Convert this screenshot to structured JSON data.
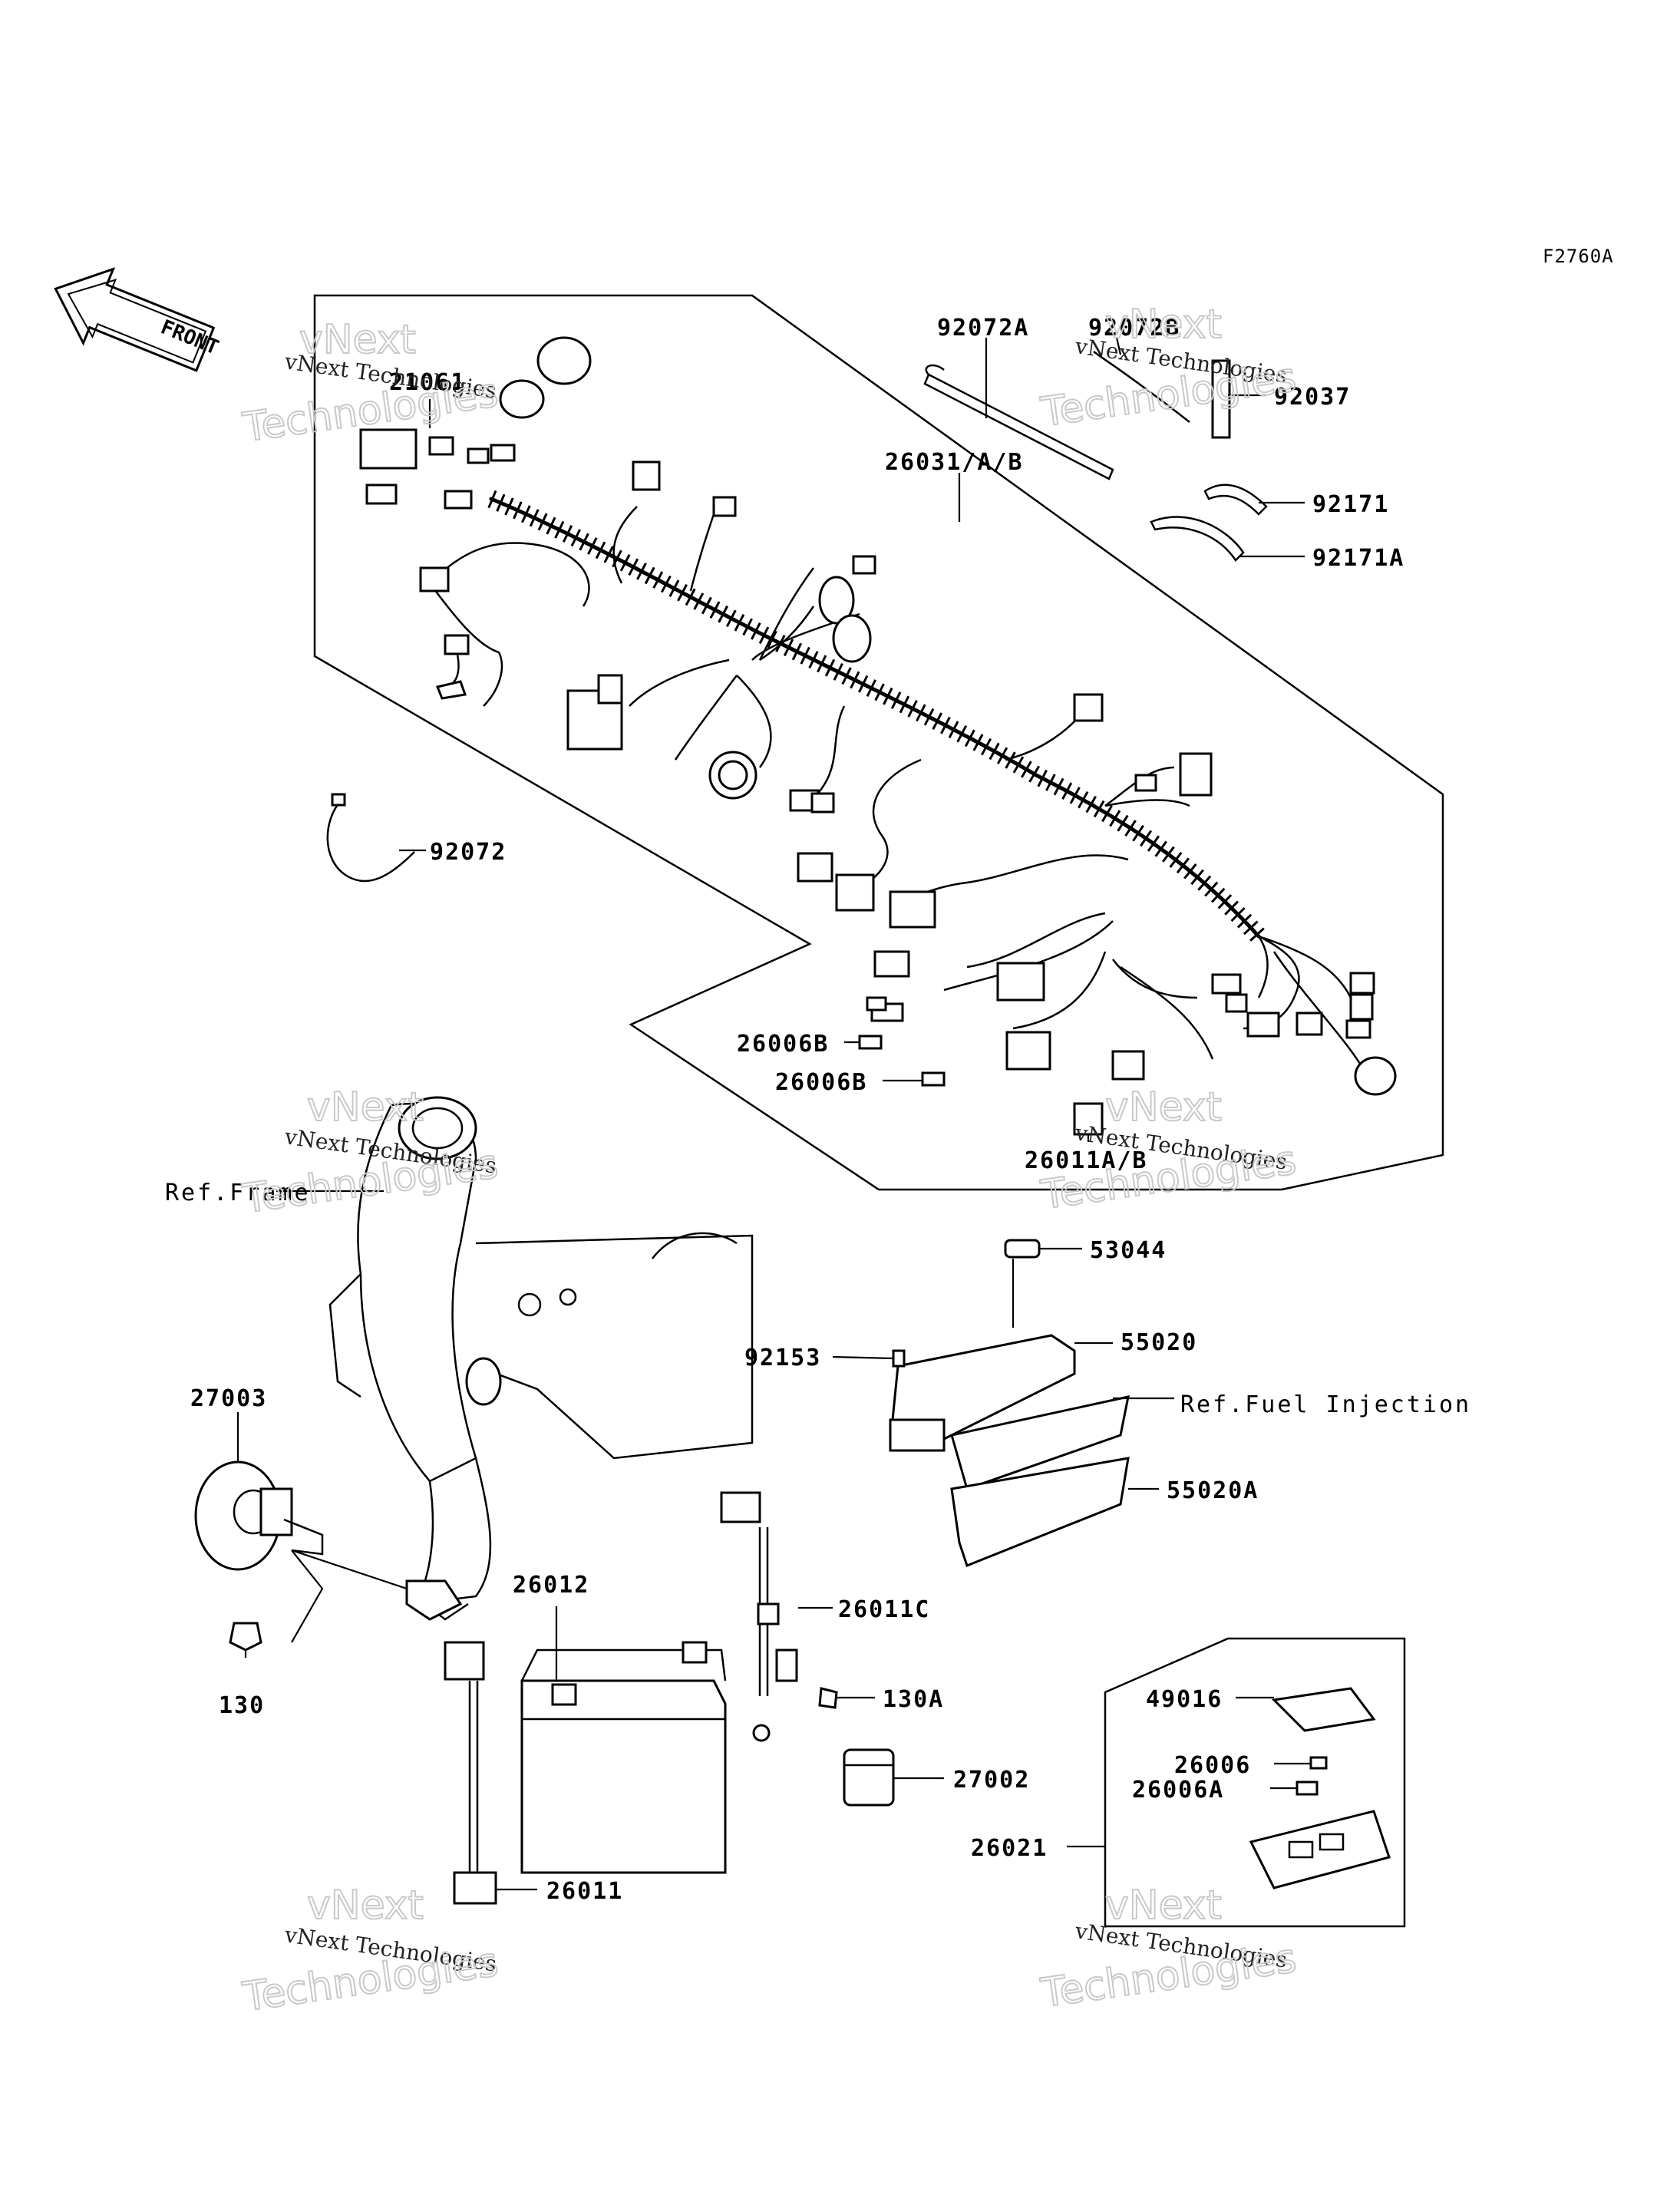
{
  "figure_code": "F2760A",
  "front_label": "FRONT",
  "parts": [
    {
      "id": "p21061",
      "label": "21061"
    },
    {
      "id": "p92072A",
      "label": "92072A"
    },
    {
      "id": "p92072B",
      "label": "92072B"
    },
    {
      "id": "p92037",
      "label": "92037"
    },
    {
      "id": "p26031",
      "label": "26031/A/B"
    },
    {
      "id": "p92171",
      "label": "92171"
    },
    {
      "id": "p92171A",
      "label": "92171A"
    },
    {
      "id": "p92072",
      "label": "92072"
    },
    {
      "id": "p26006B_1",
      "label": "26006B"
    },
    {
      "id": "p26006B_2",
      "label": "26006B"
    },
    {
      "id": "p26011AB",
      "label": "26011A/B"
    },
    {
      "id": "p53044",
      "label": "53044"
    },
    {
      "id": "p92153",
      "label": "92153"
    },
    {
      "id": "p55020",
      "label": "55020"
    },
    {
      "id": "p55020A",
      "label": "55020A"
    },
    {
      "id": "p27003",
      "label": "27003"
    },
    {
      "id": "p26012",
      "label": "26012"
    },
    {
      "id": "p26011C",
      "label": "26011C"
    },
    {
      "id": "p130A",
      "label": "130A"
    },
    {
      "id": "p130",
      "label": "130"
    },
    {
      "id": "p27002",
      "label": "27002"
    },
    {
      "id": "p26011",
      "label": "26011"
    },
    {
      "id": "p49016",
      "label": "49016"
    },
    {
      "id": "p26006",
      "label": "26006"
    },
    {
      "id": "p26006A",
      "label": "26006A"
    },
    {
      "id": "p26021",
      "label": "26021"
    }
  ],
  "references": {
    "frame": "Ref.Frame",
    "fuel_injection": "Ref.Fuel Injection"
  },
  "watermark": {
    "line1": "vNext Technologies",
    "line2": "vNext",
    "line3": "Technologies"
  }
}
